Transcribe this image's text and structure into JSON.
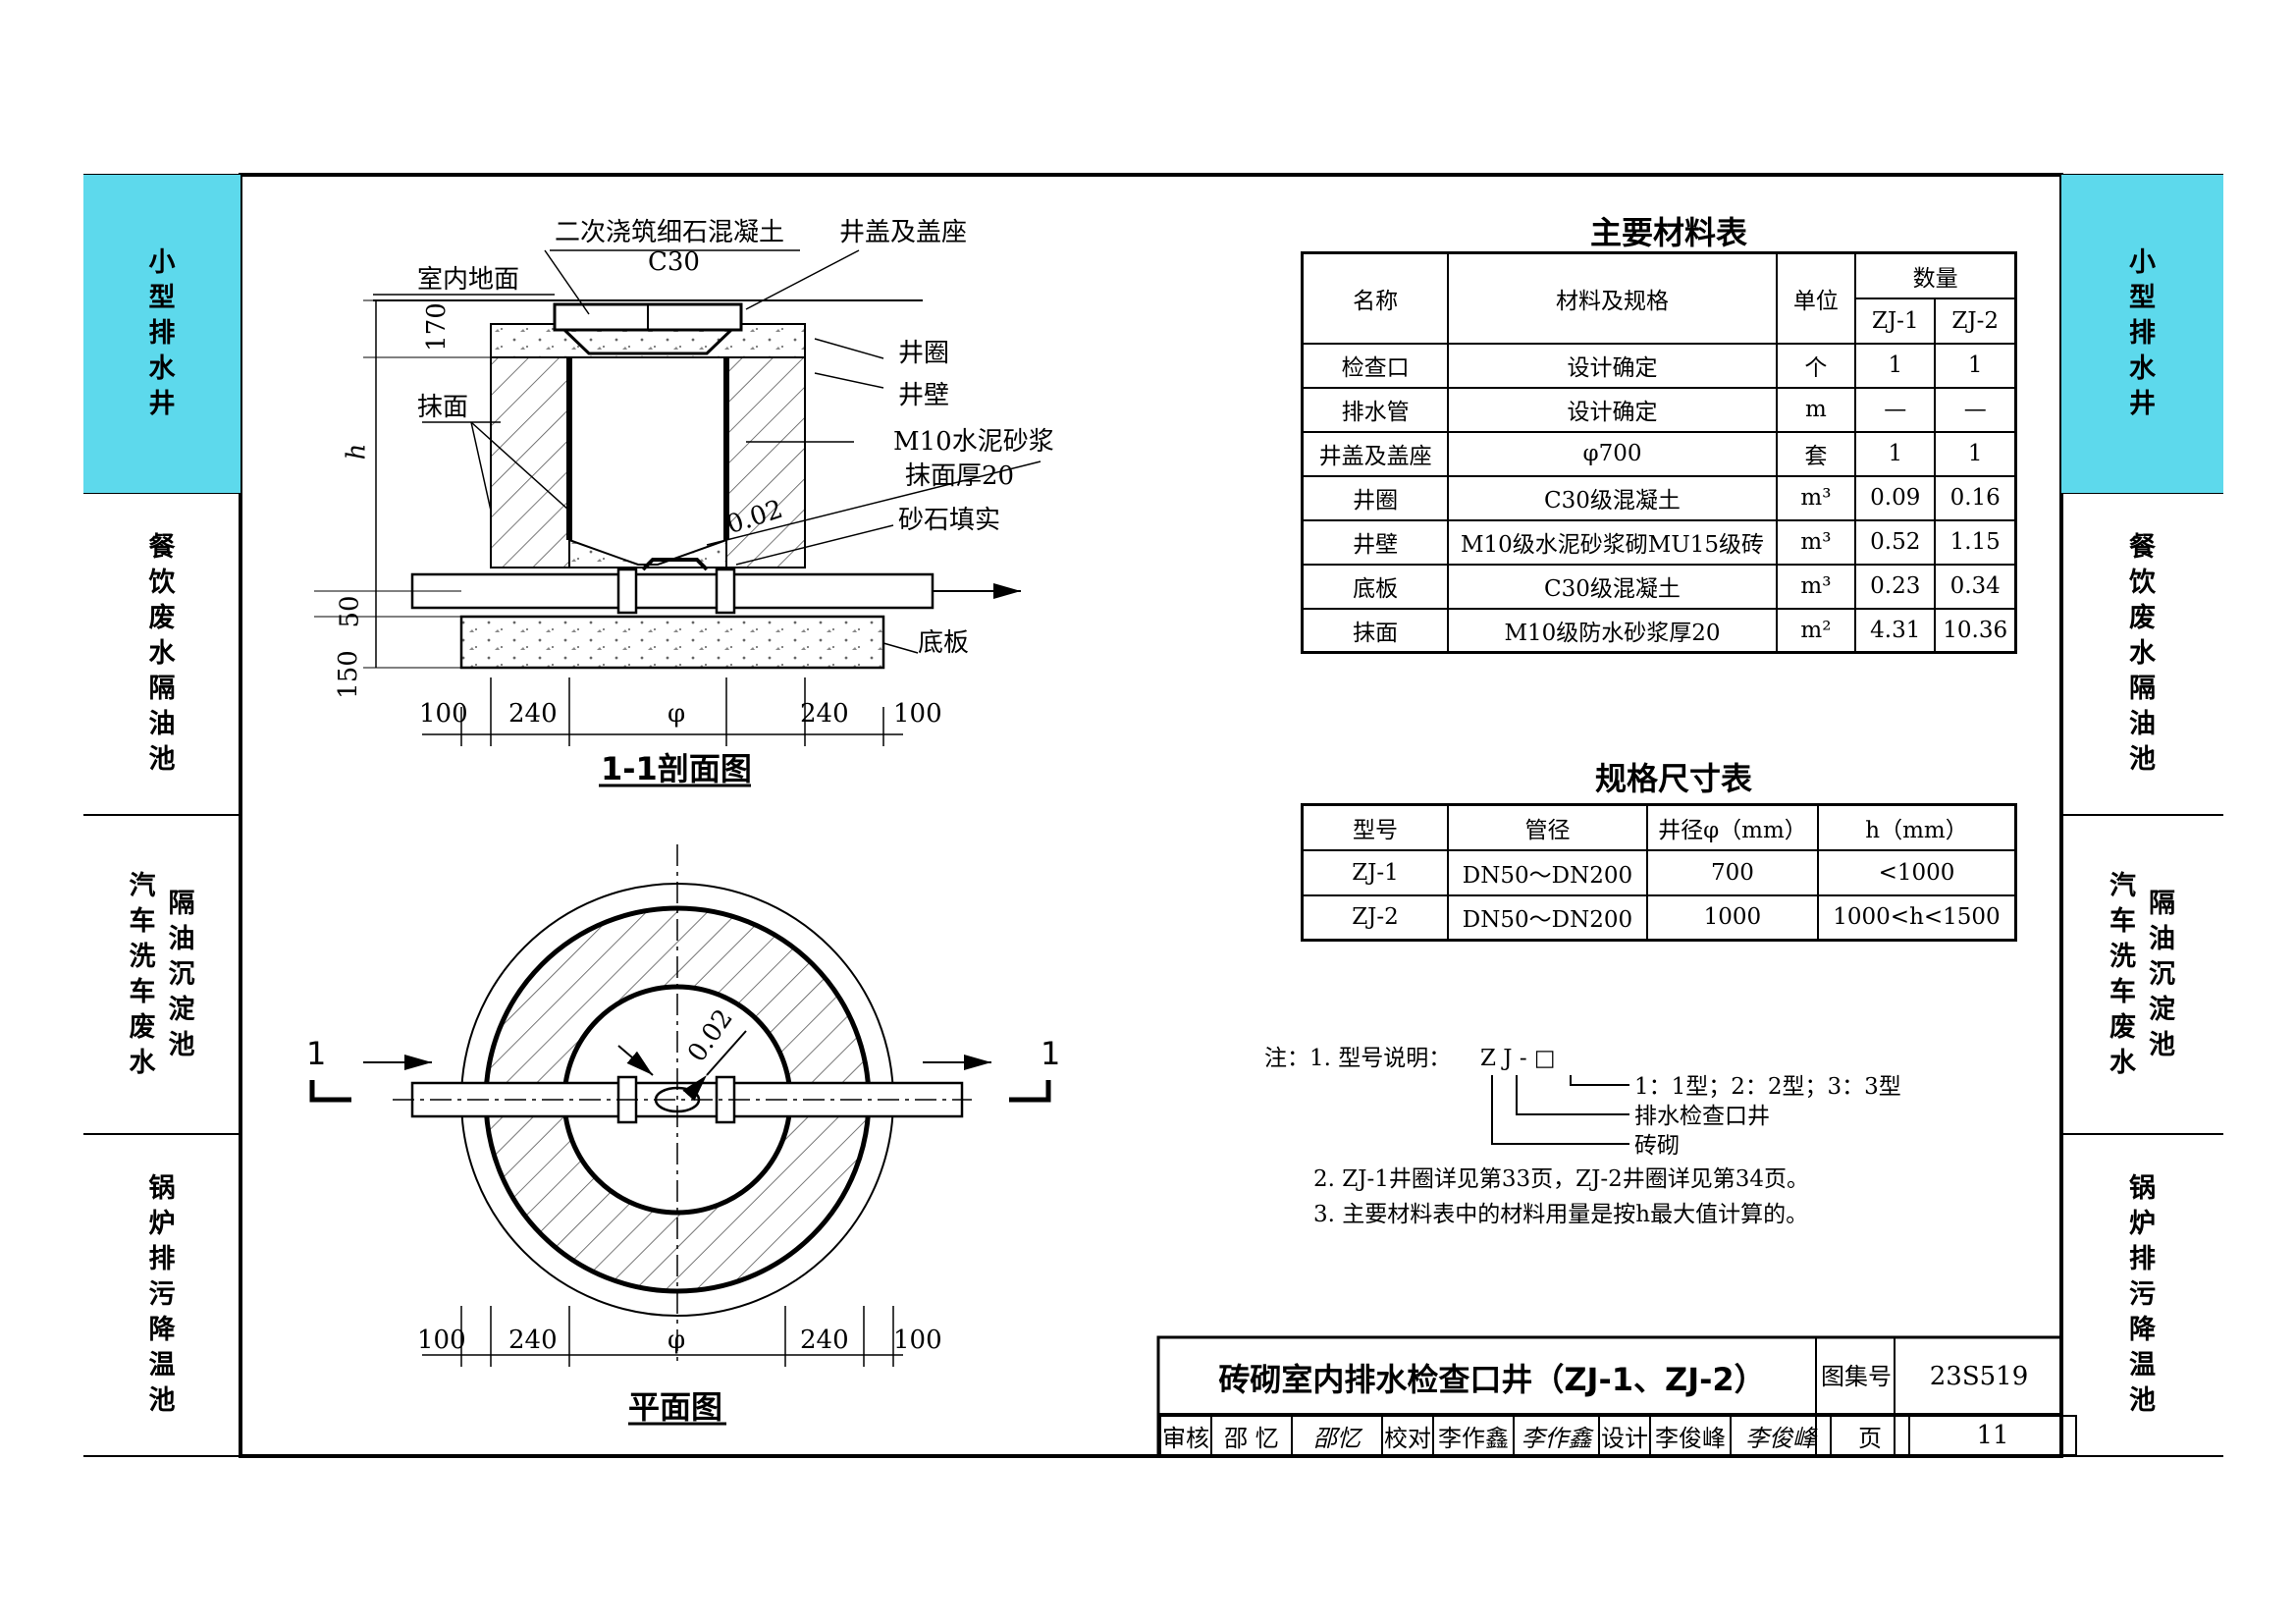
{
  "left_tabs": [
    {
      "lines": [
        "小型排水井"
      ],
      "active": true
    },
    {
      "lines": [
        "餐饮废水隔油池"
      ],
      "active": false
    },
    {
      "lines": [
        "汽车洗车废水",
        "隔油沉淀池"
      ],
      "active": false
    },
    {
      "lines": [
        "锅炉排污降温池"
      ],
      "active": false
    }
  ],
  "right_tabs": [
    {
      "lines": [
        "小型排水井"
      ],
      "active": true
    },
    {
      "lines": [
        "餐饮废水隔油池"
      ],
      "active": false
    },
    {
      "lines": [
        "汽车洗车废水",
        "隔油沉淀池"
      ],
      "active": false
    },
    {
      "lines": [
        "锅炉排污降温池"
      ],
      "active": false
    }
  ],
  "section": {
    "title": "1-1剖面图",
    "labels": {
      "concrete2": "二次浇筑细石混凝土",
      "c30": "C30",
      "cover": "井盖及盖座",
      "floor": "室内地面",
      "ring": "井圈",
      "wall": "井壁",
      "plaster": "抹面",
      "mortar": "M10水泥砂浆",
      "plaster_thk": "抹面厚20",
      "gravel": "砂石填实",
      "slab": "底板",
      "slope": "0.02",
      "h": "h"
    },
    "dims_v": [
      "170",
      "50",
      "150"
    ],
    "dims_h": [
      "100",
      "240",
      "φ",
      "240",
      "100"
    ]
  },
  "plan": {
    "title": "平面图",
    "cut_mark": "1",
    "slope": "0.02",
    "dims_h": [
      "100",
      "240",
      "φ",
      "240",
      "100"
    ]
  },
  "materials": {
    "title": "主要材料表",
    "headers": {
      "name": "名称",
      "spec": "材料及规格",
      "unit": "单位",
      "qty": "数量",
      "zj1": "ZJ-1",
      "zj2": "ZJ-2"
    },
    "rows": [
      {
        "name": "检查口",
        "spec": "设计确定",
        "unit": "个",
        "zj1": "1",
        "zj2": "1"
      },
      {
        "name": "排水管",
        "spec": "设计确定",
        "unit": "m",
        "zj1": "—",
        "zj2": "—"
      },
      {
        "name": "井盖及盖座",
        "spec": "φ700",
        "unit": "套",
        "zj1": "1",
        "zj2": "1"
      },
      {
        "name": "井圈",
        "spec": "C30级混凝土",
        "unit": "m³",
        "zj1": "0.09",
        "zj2": "0.16"
      },
      {
        "name": "井壁",
        "spec": "M10级水泥砂浆砌MU15级砖",
        "unit": "m³",
        "zj1": "0.52",
        "zj2": "1.15"
      },
      {
        "name": "底板",
        "spec": "C30级混凝土",
        "unit": "m³",
        "zj1": "0.23",
        "zj2": "0.34"
      },
      {
        "name": "抹面",
        "spec": "M10级防水砂浆厚20",
        "unit": "m²",
        "zj1": "4.31",
        "zj2": "10.36"
      }
    ]
  },
  "sizes": {
    "title": "规格尺寸表",
    "headers": [
      "型号",
      "管径",
      "井径φ（mm）",
      "h（mm）"
    ],
    "rows": [
      [
        "ZJ-1",
        "DN50～DN200",
        "700",
        "<1000"
      ],
      [
        "ZJ-2",
        "DN50～DN200",
        "1000",
        "1000<h<1500"
      ]
    ]
  },
  "notes": {
    "prefix": "注：1. 型号说明：",
    "code": "Z J - □",
    "leg1": "1：1型；2：2型；3：3型",
    "leg2": "排水检查口井",
    "leg3": "砖砌",
    "n2": "2. ZJ-1井圈详见第33页，ZJ-2井圈详见第34页。",
    "n3": "3. 主要材料表中的材料用量是按h最大值计算的。"
  },
  "title_block": {
    "title": "砖砌室内排水检查口井（ZJ-1、ZJ-2）",
    "atlas_label": "图集号",
    "atlas_no": "23S519",
    "review_label": "审核",
    "reviewer": "邵 忆",
    "reviewer_sig": "邵忆",
    "check_label": "校对",
    "checker": "李作鑫",
    "checker_sig": "李作鑫",
    "design_label": "设计",
    "designer": "李俊峰",
    "designer_sig": "李俊峰",
    "page_label": "页",
    "page_no": "11"
  }
}
